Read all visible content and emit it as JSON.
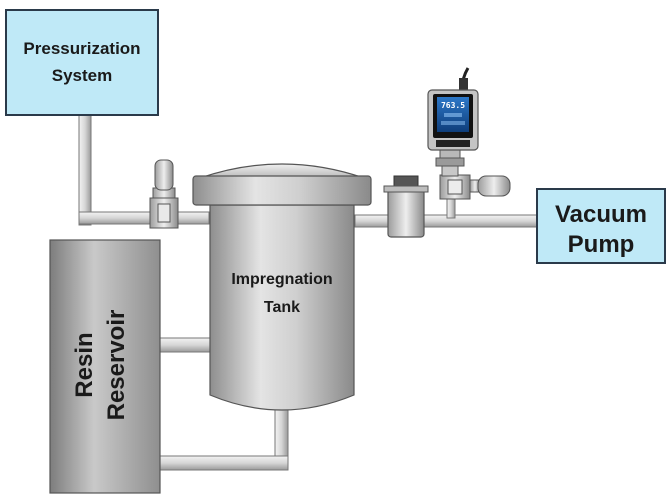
{
  "boxes": {
    "pressurization": {
      "line1": "Pressurization",
      "line2": "System"
    },
    "vacuum": {
      "line1": "Vacuum",
      "line2": "Pump"
    }
  },
  "tank": {
    "line1": "Impregnation",
    "line2": "Tank"
  },
  "reservoir": {
    "line1": "Resin",
    "line2": "Reservoir"
  },
  "gauge": {
    "reading": "763.5"
  },
  "colors": {
    "box_fill": "#bfe9f7",
    "box_stroke": "#2a3a4a",
    "pipe": "#d0d0d0",
    "vessel_gray": "#a9a9a9"
  }
}
